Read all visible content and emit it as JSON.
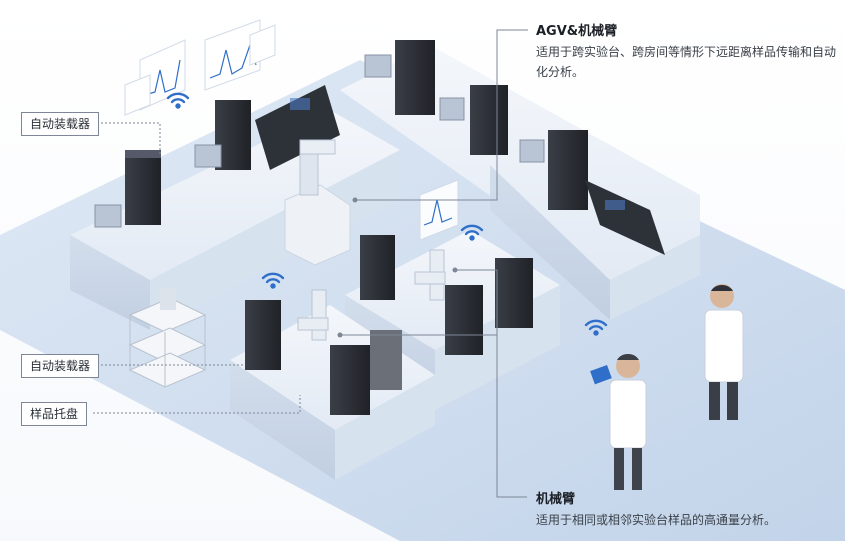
{
  "labels": {
    "autoloader_top": "自动装载器",
    "autoloader_bottom": "自动装载器",
    "sample_tray": "样品托盘"
  },
  "annotations": {
    "agv": {
      "title": "AGV&机械臂",
      "desc": "适用于跨实验台、跨房间等情形下远距离样品传输和自动化分析。"
    },
    "arm": {
      "title": "机械臂",
      "desc": "适用于相同或相邻实验台样品的高通量分析。"
    }
  },
  "colors": {
    "floor": "#c9d9ee",
    "bench": "#e6edf7",
    "instrument_dark": "#2a2d33",
    "accent": "#2f6fc9",
    "leader_line": "#7d8797"
  }
}
